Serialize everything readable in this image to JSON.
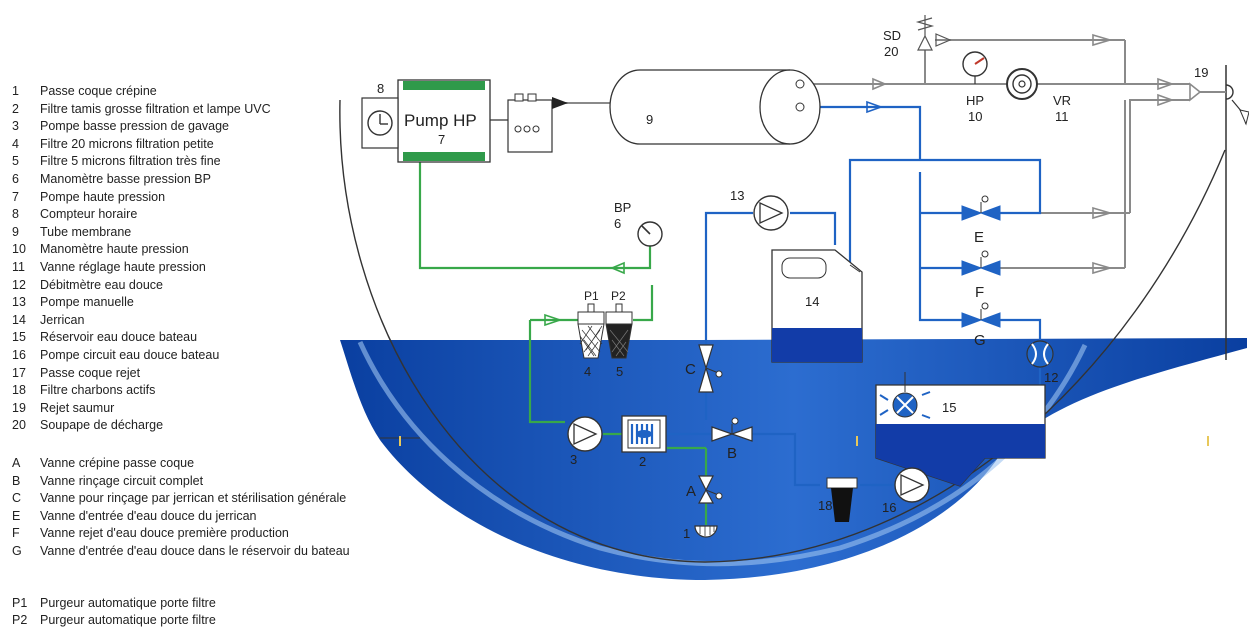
{
  "legend": {
    "components": [
      {
        "id": "1",
        "label": "Passe coque crépine"
      },
      {
        "id": "2",
        "label": "Filtre tamis grosse filtration et lampe UVC"
      },
      {
        "id": "3",
        "label": "Pompe basse pression de gavage"
      },
      {
        "id": "4",
        "label": "Filtre 20 microns filtration petite"
      },
      {
        "id": "5",
        "label": "Filtre 5 microns filtration très fine"
      },
      {
        "id": "6",
        "label": "Manomètre basse pression BP"
      },
      {
        "id": "7",
        "label": "Pompe haute pression"
      },
      {
        "id": "8",
        "label": "Compteur horaire"
      },
      {
        "id": "9",
        "label": "Tube membrane"
      },
      {
        "id": "10",
        "label": "Manomètre haute pression"
      },
      {
        "id": "11",
        "label": "Vanne réglage haute pression"
      },
      {
        "id": "12",
        "label": "Débitmètre eau douce"
      },
      {
        "id": "13",
        "label": "Pompe manuelle"
      },
      {
        "id": "14",
        "label": "Jerrican"
      },
      {
        "id": "15",
        "label": "Réservoir eau douce bateau"
      },
      {
        "id": "16",
        "label": "Pompe circuit eau douce bateau"
      },
      {
        "id": "17",
        "label": "Passe coque rejet"
      },
      {
        "id": "18",
        "label": "Filtre charbons actifs"
      },
      {
        "id": "19",
        "label": "Rejet saumur"
      },
      {
        "id": "20",
        "label": "Soupape de décharge"
      }
    ],
    "valves": [
      {
        "id": "A",
        "label": "Vanne crépine passe coque"
      },
      {
        "id": "B",
        "label": "Vanne rinçage circuit complet"
      },
      {
        "id": "C",
        "label": "Vanne pour rinçage par jerrican et stérilisation générale"
      },
      {
        "id": "E",
        "label": "Vanne d'entrée d'eau douce du jerrican"
      },
      {
        "id": "F",
        "label": "Vanne rejet d'eau douce première production"
      },
      {
        "id": "G",
        "label": "Vanne d'entrée d'eau douce dans le réservoir du bateau"
      }
    ],
    "purgers": [
      {
        "id": "P1",
        "label": "Purgeur automatique porte filtre"
      },
      {
        "id": "P2",
        "label": "Purgeur automatique porte filtre"
      }
    ]
  },
  "diagram": {
    "pump_hp": {
      "label": "Pump HP",
      "num": "7"
    },
    "hour_meter": {
      "num": "8"
    },
    "membrane": {
      "num": "9"
    },
    "hp_gauge": {
      "label": "HP",
      "num": "10"
    },
    "vr_valve": {
      "label": "VR",
      "num": "11"
    },
    "relief_valve": {
      "label": "SD",
      "num": "20"
    },
    "brine_outlet": {
      "num": "19"
    },
    "bp_gauge": {
      "label": "BP",
      "num": "6"
    },
    "filter_20": {
      "label": "P1",
      "num": "4"
    },
    "filter_5": {
      "label": "P2",
      "num": "5"
    },
    "hand_pump": {
      "num": "13"
    },
    "jerrican": {
      "num": "14"
    },
    "valve_e": {
      "label": "E"
    },
    "valve_f": {
      "label": "F"
    },
    "valve_g": {
      "label": "G"
    },
    "flowmeter": {
      "num": "12"
    },
    "tank": {
      "num": "15"
    },
    "boat_pump": {
      "num": "16"
    },
    "carbon_filter": {
      "num": "18"
    },
    "valve_c": {
      "label": "C"
    },
    "valve_b": {
      "label": "B"
    },
    "valve_a": {
      "label": "A"
    },
    "lp_pump": {
      "num": "3"
    },
    "strainer_uv": {
      "num": "2"
    },
    "seacock": {
      "num": "1"
    },
    "colors": {
      "grey_pipe": "#8a8a8a",
      "blue_pipe": "#1f63c4",
      "green_pipe": "#38a84a",
      "sea_dark": "#0a3fa0",
      "sea_light": "#7fb0ea",
      "water": "#123ca8",
      "hp_green": "#2f9a4a"
    }
  }
}
